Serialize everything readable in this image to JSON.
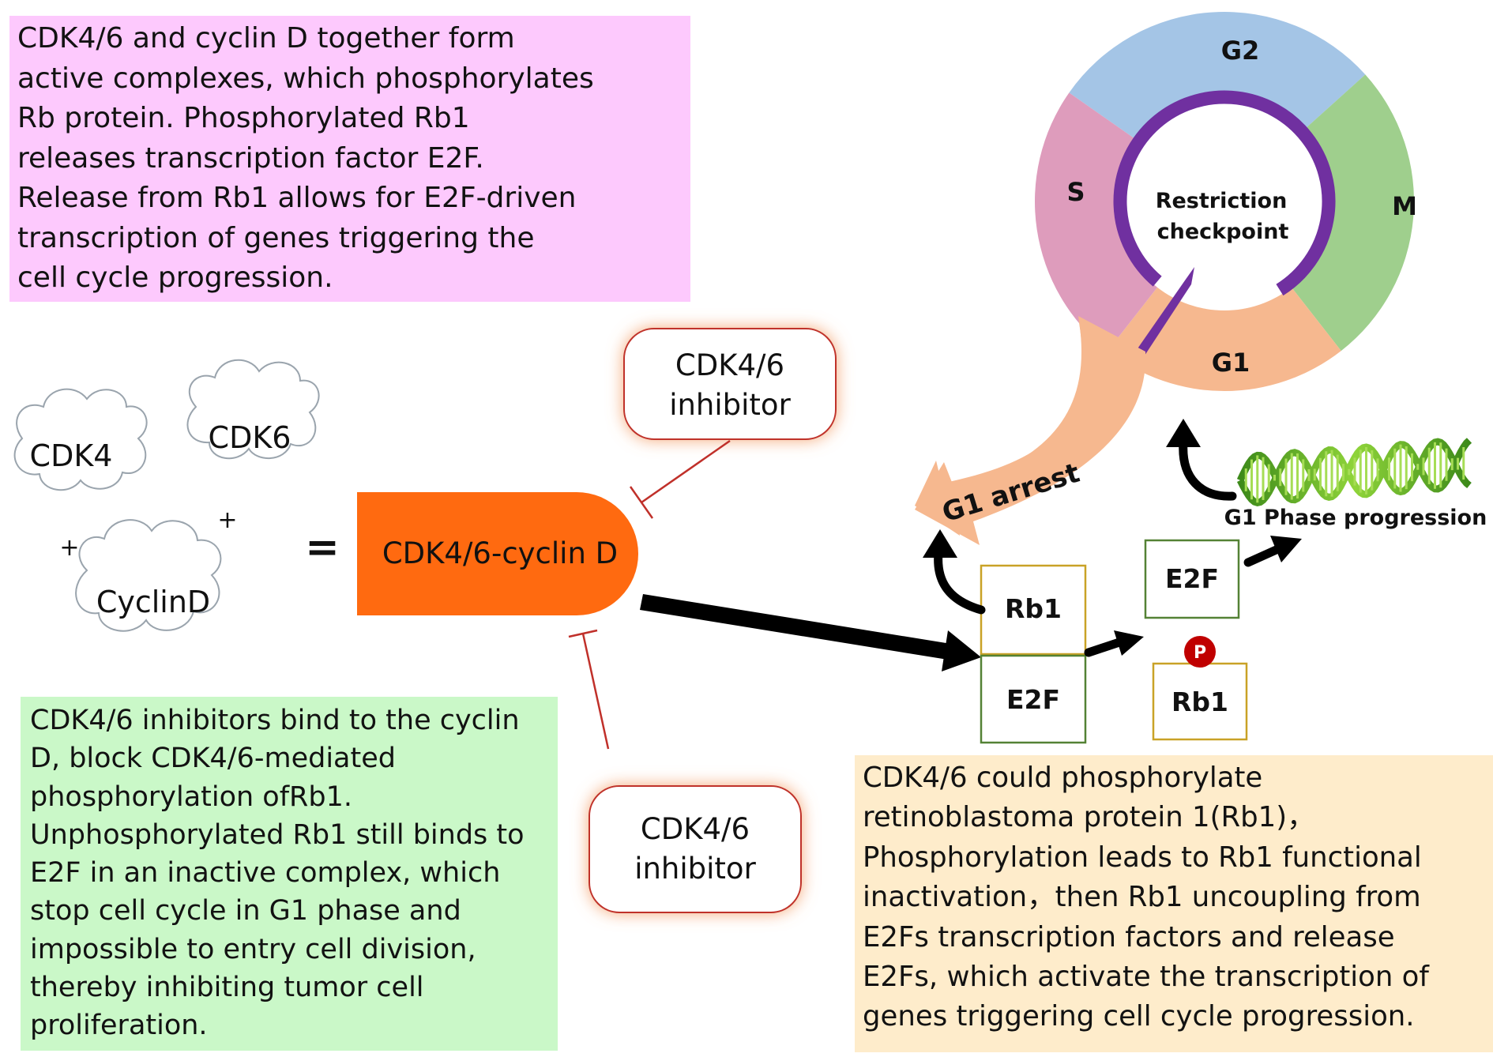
{
  "top_note": {
    "lines": [
      "CDK4/6 and cyclin D together form",
      "active complexes, which phosphorylates",
      "Rb protein. Phosphorylated Rb1",
      "releases transcription factor E2F.",
      "Release from Rb1 allows for E2F-driven",
      "transcription of genes triggering the",
      "cell cycle progression."
    ]
  },
  "left_note": {
    "lines": [
      "CDK4/6 inhibitors bind to the cyclin",
      "D, block CDK4/6-mediated",
      "phosphorylation ofRb1.",
      "Unphosphorylated Rb1 still binds to",
      "E2F in an inactive complex, which",
      "stop cell cycle in G1 phase and",
      "impossible to entry cell division,",
      "thereby inhibiting tumor cell",
      "proliferation."
    ]
  },
  "right_note": {
    "lines": [
      "CDK4/6 could phosphorylate",
      "retinoblastoma protein 1(Rb1)，",
      "Phosphorylation leads to Rb1 functional",
      "inactivation，then Rb1 uncoupling from",
      "E2Fs transcription factors and release",
      "E2Fs, which activate the transcription of",
      "genes triggering cell cycle progression."
    ]
  },
  "clouds": {
    "cdk4": "CDK4",
    "cdk6": "CDK6",
    "cyclind": "CyclinD",
    "plus": "+"
  },
  "equals": "=",
  "complex_label": "CDK4/6-cyclin D",
  "inhibitor_top": {
    "line1": "CDK4/6",
    "line2": "inhibitor"
  },
  "inhibitor_bottom": {
    "line1": "CDK4/6",
    "line2": "inhibitor"
  },
  "cell_cycle": {
    "g2": "G2",
    "s": "S",
    "m": "M",
    "g1": "G1",
    "center_line1": "Restriction",
    "center_line2": "checkpoint",
    "colors": {
      "g2": "#a4c5e6",
      "s": "#de9cbc",
      "m": "#9fcf8d",
      "g1": "#f6b88f",
      "ring": "#7030a0"
    }
  },
  "g1_arrest": "G1 arrest",
  "boxes": {
    "rb1_bound": "Rb1",
    "e2f_bound": "E2F",
    "e2f_free": "E2F",
    "rb1_free": "Rb1"
  },
  "phospho": "P",
  "dna_caption": "G1 Phase progression",
  "colors": {
    "complex": "#ff6a10",
    "inhibit_line": "#c0302a",
    "rb1_border": "#c9a227",
    "e2f_border": "#548235"
  }
}
